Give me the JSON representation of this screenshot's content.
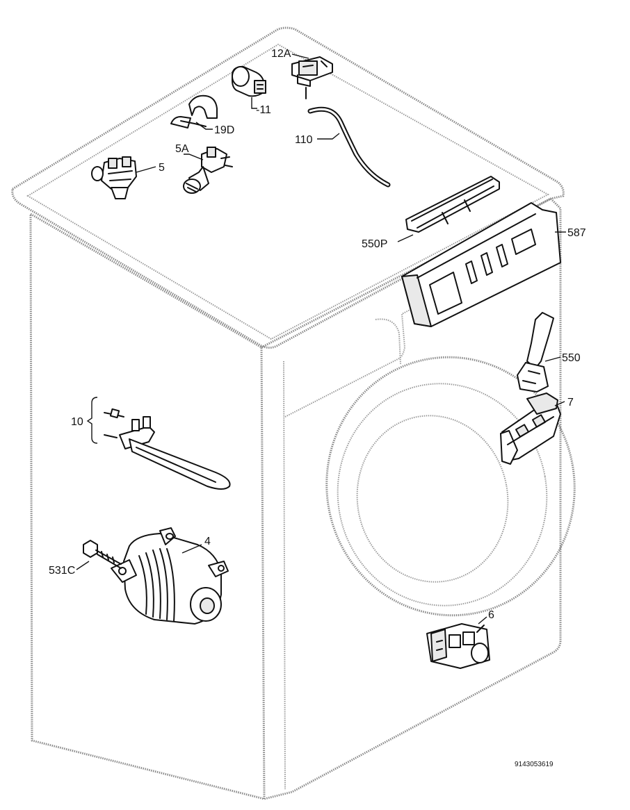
{
  "parts": [
    {
      "id": "p12a",
      "label": "12A"
    },
    {
      "id": "p11",
      "label": "-11"
    },
    {
      "id": "p19d",
      "label": "19D"
    },
    {
      "id": "p110",
      "label": "110"
    },
    {
      "id": "p5a",
      "label": "5A"
    },
    {
      "id": "p5",
      "label": "5"
    },
    {
      "id": "p587",
      "label": "587"
    },
    {
      "id": "p550p",
      "label": "550P"
    },
    {
      "id": "p550",
      "label": "550"
    },
    {
      "id": "p7",
      "label": "7"
    },
    {
      "id": "p10",
      "label": "10"
    },
    {
      "id": "p4",
      "label": "4"
    },
    {
      "id": "p531c",
      "label": "531C"
    },
    {
      "id": "p6",
      "label": "6"
    }
  ],
  "drawing_code": "9143053619"
}
